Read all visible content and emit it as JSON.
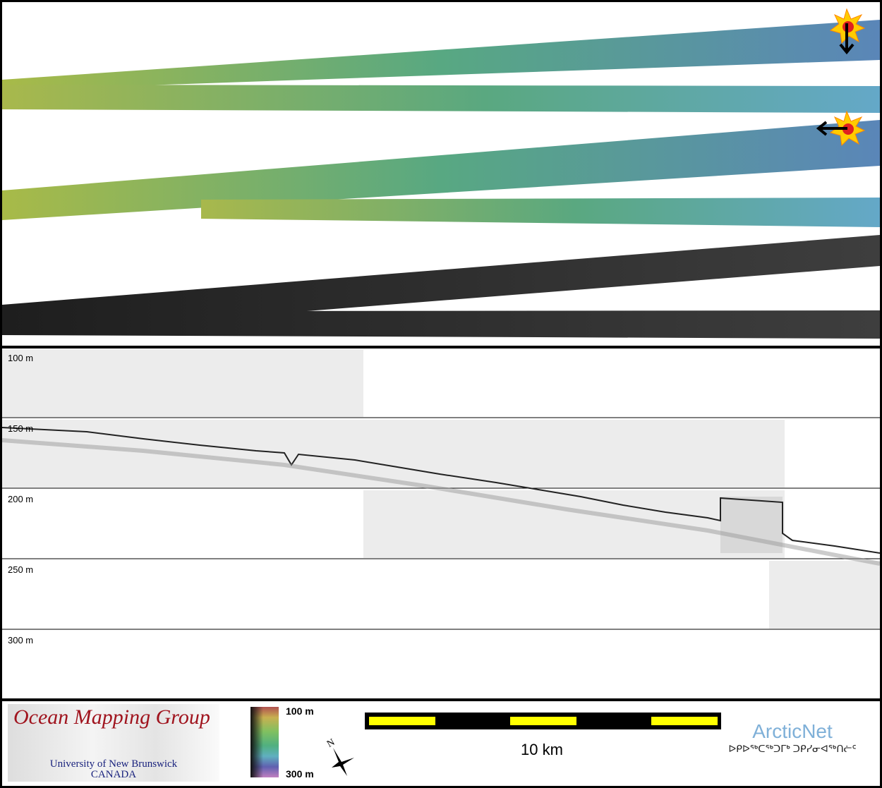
{
  "map": {
    "colors": {
      "swath_left": "#a8ba48",
      "swath_mid": "#58a882",
      "swath_right": "#5a86b8",
      "backscatter": "#2e2e2e",
      "sun": "#ffcc00"
    },
    "icons": [
      "sun-illumination-icon",
      "arrow-down-icon",
      "sun-illumination-icon",
      "arrow-left-icon"
    ]
  },
  "profile": {
    "depth_labels": [
      "100 m",
      "150 m",
      "200 m",
      "250 m",
      "300 m"
    ]
  },
  "footer": {
    "logo": {
      "title": "Ocean Mapping Group",
      "line1": "University of New Brunswick",
      "line2": "CANADA"
    },
    "colorbar": {
      "top_label": "100 m",
      "bottom_label": "300 m"
    },
    "north_arrow": "N",
    "scale": {
      "label": "10 km"
    },
    "arcticnet": {
      "name": "ArcticNet",
      "inuktitut": "ᐅᑭᐅᖅᑕᖅᑐᒥᒃ ᑐᑭᓯᓂᐊᖅᑎᓖᑦ"
    }
  }
}
